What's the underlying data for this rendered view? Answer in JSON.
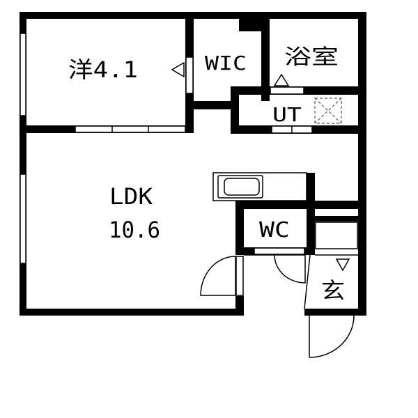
{
  "rooms": {
    "western": {
      "name": "洋",
      "size": "4.1"
    },
    "wic": {
      "name": "WIC"
    },
    "bath": {
      "name": "浴室"
    },
    "utility": {
      "name": "UT"
    },
    "ldk": {
      "name": "LDK",
      "size": "10.6"
    },
    "toilet": {
      "name": "WC"
    },
    "entrance": {
      "name": "玄"
    }
  },
  "colors": {
    "wall": "#000000",
    "fixture": "#000000",
    "background": "#ffffff",
    "dashed": "#777777"
  }
}
